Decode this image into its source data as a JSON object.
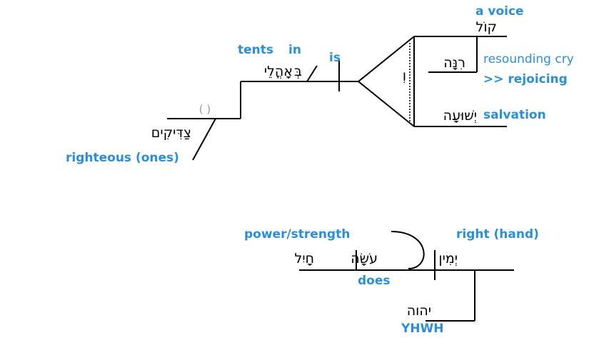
{
  "colors": {
    "gloss": "#2a8fd6",
    "line": "#000000",
    "paren": "#999999"
  },
  "clause1": {
    "subject_heb": "צַדִּיקִים",
    "subject_gloss": "righteous (ones)",
    "elided_verb": "(  )",
    "verb_gloss": "is",
    "prep_gloss": "in",
    "prep_heb": "בְּ",
    "prep_obj_heb": "אָהֳלֵי",
    "prep_obj_gloss": "tents",
    "conj_heb": "וְ",
    "top_gloss": "a voice",
    "top_heb": "קוֹל",
    "mod_heb": "רִנָּה",
    "mod_gloss_1": "resounding cry",
    "mod_gloss_2": ">> rejoicing",
    "bottom_heb": "יְשׁוּעָה",
    "bottom_gloss": "salvation"
  },
  "clause2": {
    "object_gloss": "power/strength",
    "object_heb": "חָיִל",
    "verb_heb": "עֹשָׂה",
    "verb_gloss": "does",
    "subject_gloss": "right (hand)",
    "subject_heb": "יְמִין",
    "mod_heb": "יהוה",
    "mod_gloss": "YHWH"
  }
}
